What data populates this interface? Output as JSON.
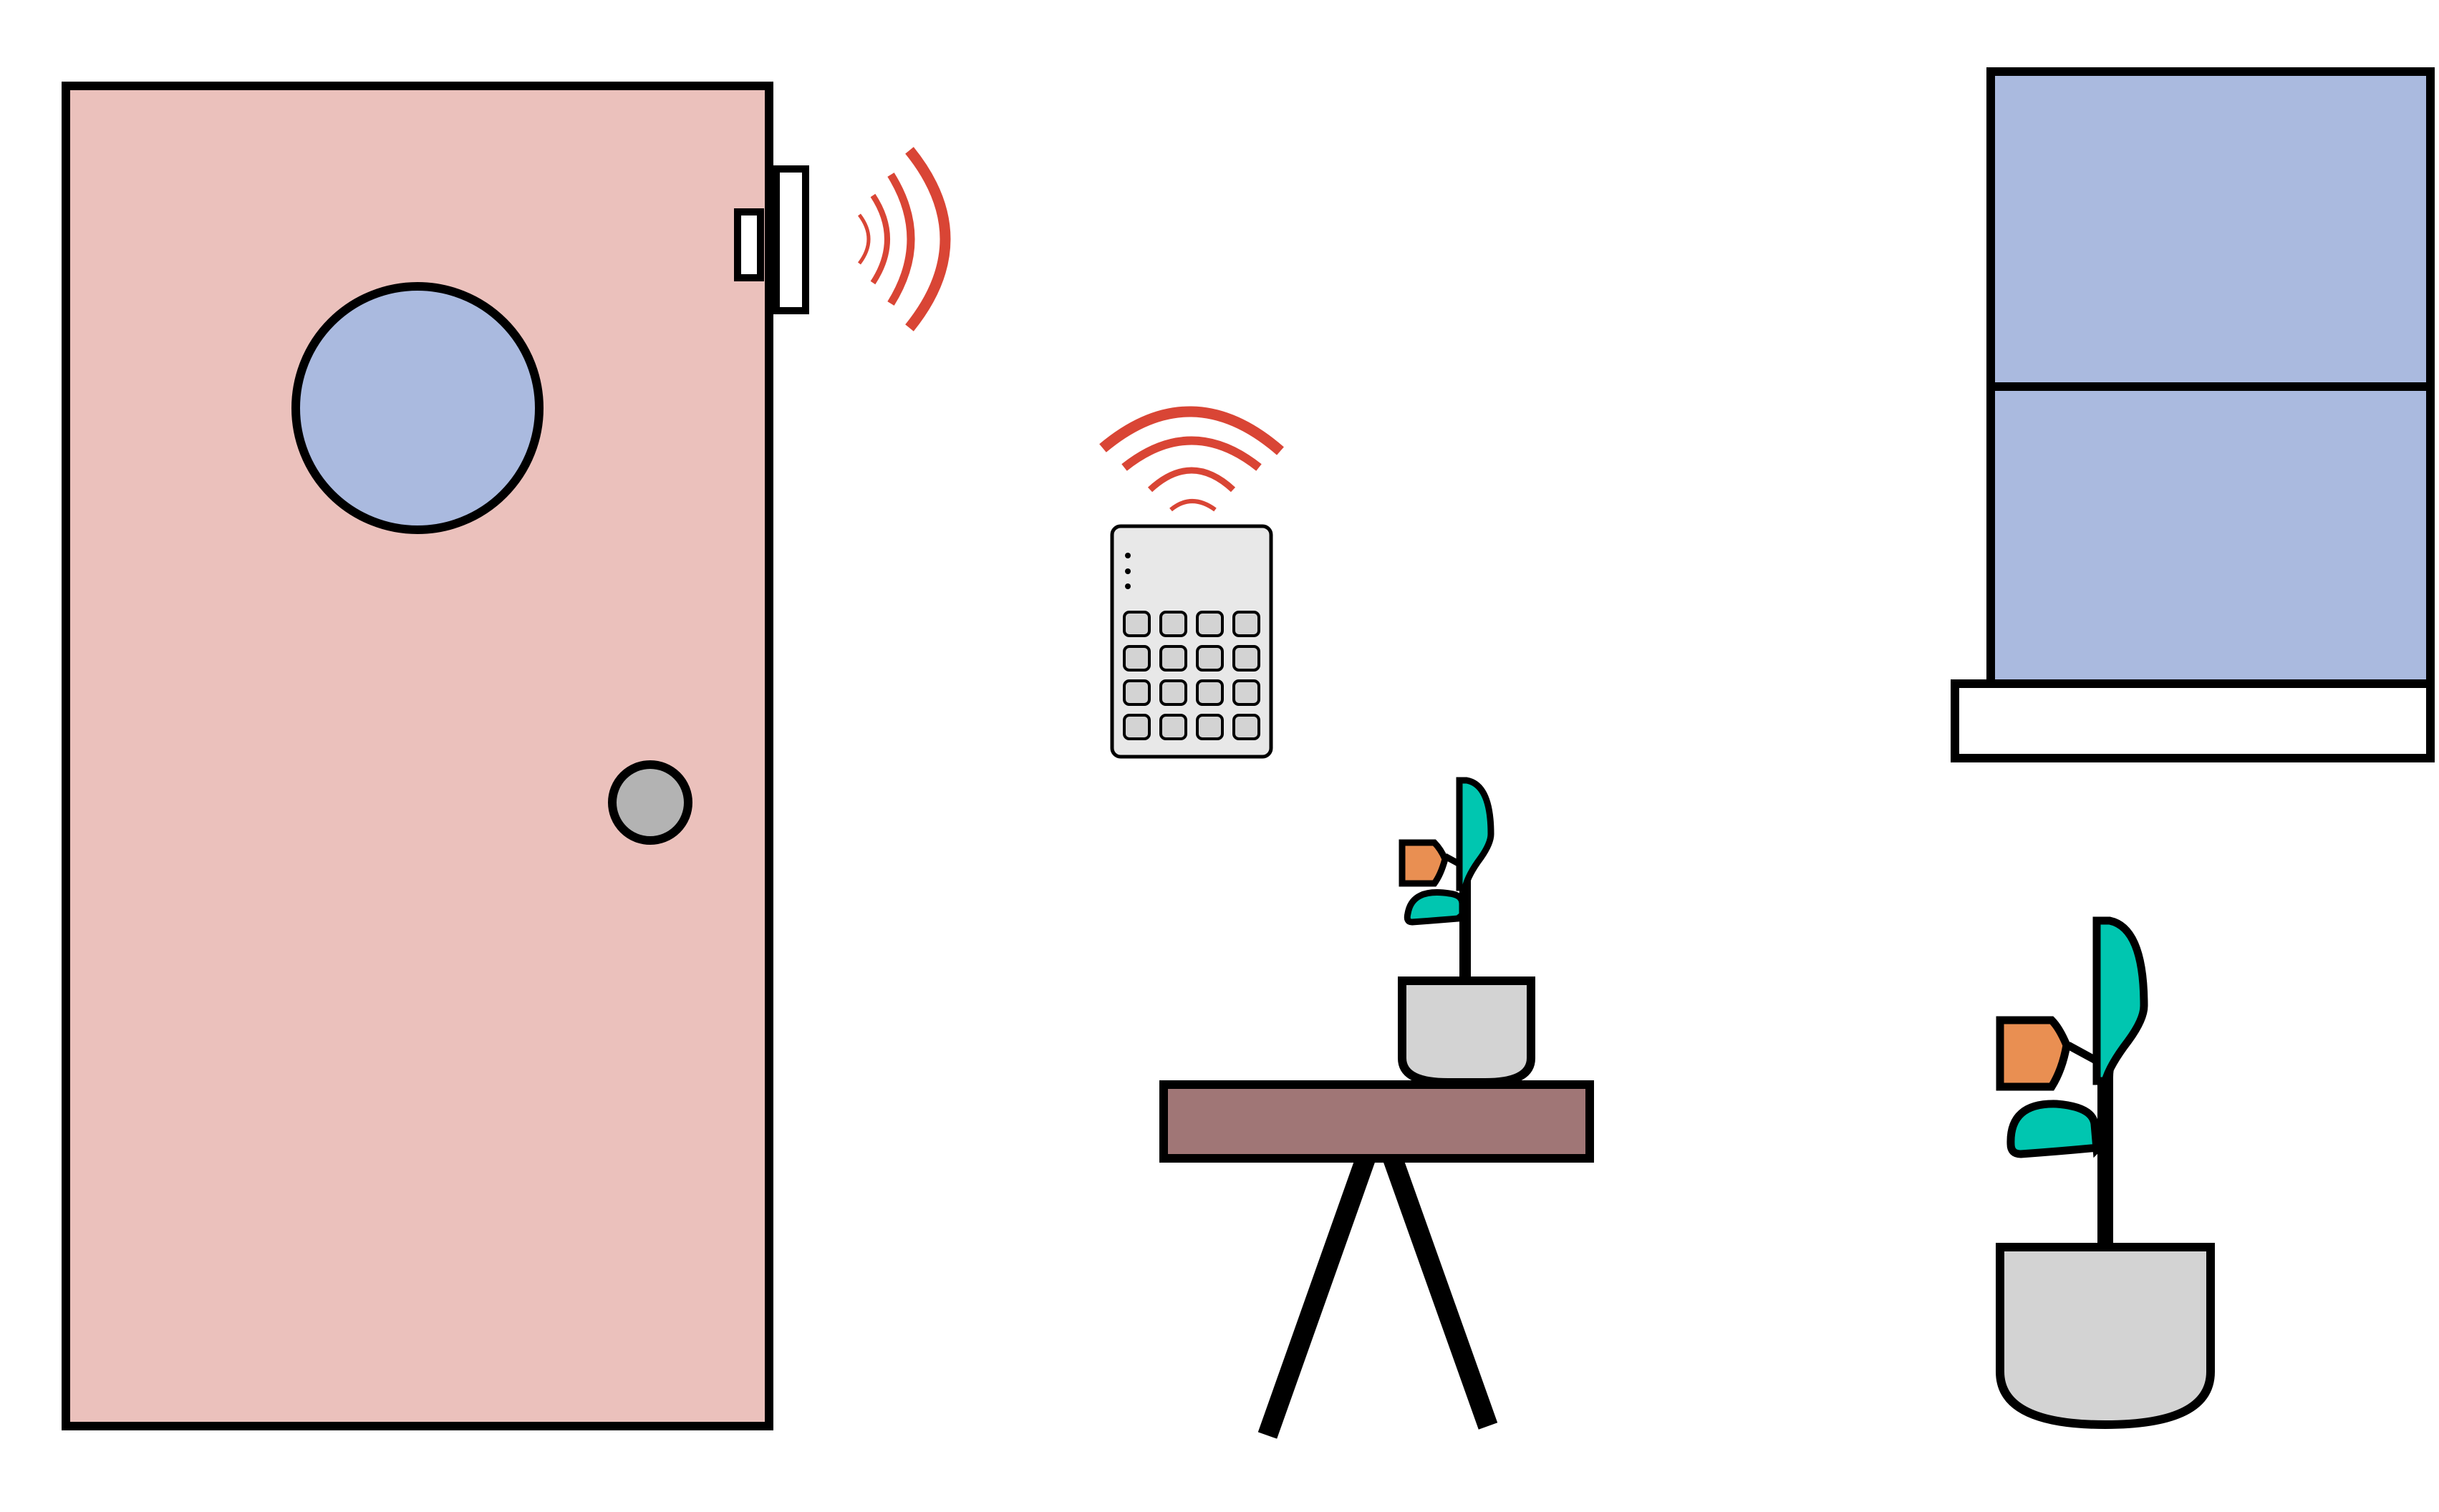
{
  "scene": {
    "objects": [
      {
        "id": "door",
        "kind": "door",
        "has_porthole_window": true,
        "has_knob": true
      },
      {
        "id": "door_sensor",
        "kind": "contact-sensor",
        "mounted_on": "door",
        "signal": "wireless"
      },
      {
        "id": "keypad",
        "kind": "alarm-keypad",
        "button_rows": 4,
        "button_cols": 4,
        "indicator_dots": 3,
        "signal": "wireless"
      },
      {
        "id": "window",
        "kind": "window",
        "panes": 2
      },
      {
        "id": "side_table",
        "kind": "table",
        "legs": 2
      },
      {
        "id": "small_plant",
        "kind": "potted-plant",
        "placed_on": "side_table"
      },
      {
        "id": "floor_plant",
        "kind": "potted-plant",
        "placed_on": "floor"
      }
    ]
  },
  "icons": {
    "door": "door-icon",
    "sensor": "door-sensor-icon",
    "keypad": "keypad-icon",
    "wifi": "wifi-signal-icon",
    "window": "window-icon",
    "table": "table-icon",
    "plant": "plant-icon"
  },
  "colors": {
    "outline": "#000000",
    "door_fill": "#EBC1BC",
    "glass": "#AABADF",
    "knob": "#B3B3B3",
    "signal": "#D94535",
    "keypad_body": "#E8E8E8",
    "keypad_button": "#D3D3D3",
    "table_top": "#A07676",
    "pot": "#D3D3D3",
    "leaf": "#00C6B0",
    "flower": "#E98F52",
    "sill": "#FFFFFF"
  }
}
